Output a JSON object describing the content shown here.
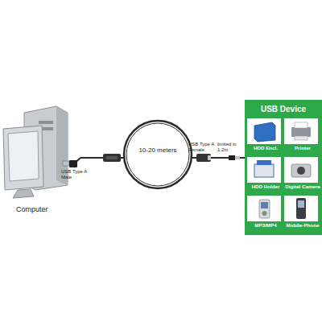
{
  "diagram": {
    "nodes": [
      {
        "text": [
          "USB Device"
        ]
      },
      {
        "text": [
          "HDD Encl."
        ],
        "in": 0
      },
      {
        "text": [
          "Printer"
        ],
        "in": 0
      },
      {
        "text": [
          "HDD Holder"
        ],
        "in": 0
      },
      {
        "text": [
          "Digital Camera"
        ],
        "in": 0
      },
      {
        "text": [
          "MP3/MP4"
        ],
        "in": 0
      },
      {
        "text": [
          "Mobile-Phone"
        ],
        "in": 0
      }
    ],
    "labels": [
      "Computer",
      "USB Type A Male",
      "10-20 meters",
      "USB Type A Female",
      "limited in 1.2m"
    ]
  }
}
